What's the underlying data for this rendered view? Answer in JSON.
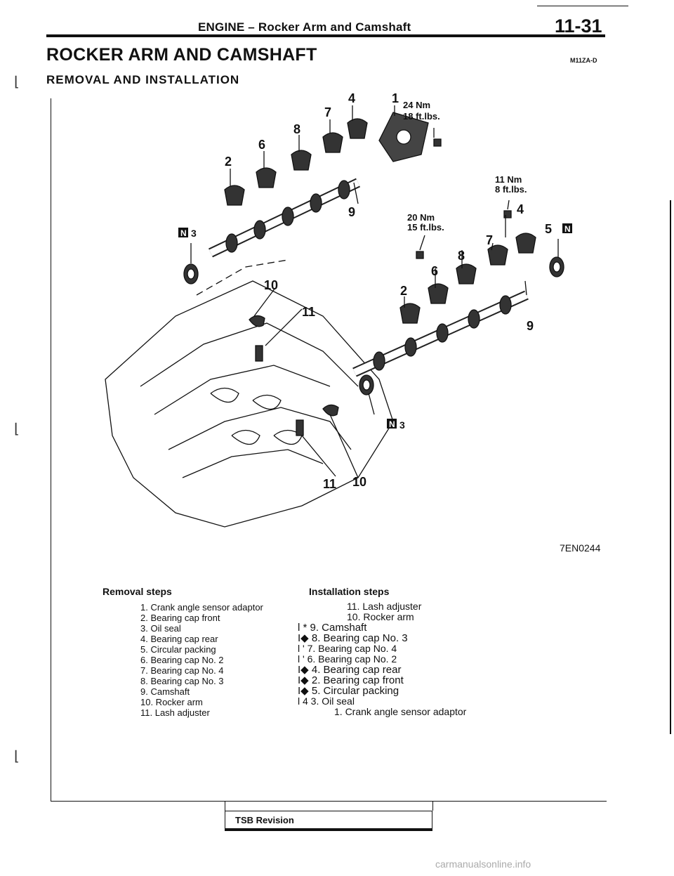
{
  "header": {
    "title": "ENGINE – Rocker Arm and Camshaft",
    "page_number": "11-31"
  },
  "section": {
    "title": "ROCKER ARM AND CAMSHAFT",
    "subtitle": "REMOVAL AND INSTALLATION",
    "code": "M11ZA-D"
  },
  "figure": {
    "code": "7EN0244",
    "torque": {
      "t1_nm": "24 Nm",
      "t1_ft": "18 ft.lbs.",
      "t2_nm": "11 Nm",
      "t2_ft": "8 ft.lbs.",
      "t3_nm": "20 Nm",
      "t3_ft": "15 ft.lbs."
    },
    "callouts": {
      "c1": "1",
      "c2a": "2",
      "c2b": "2",
      "c3a": "3",
      "c3b": "3",
      "c4a": "4",
      "c4b": "4",
      "c5": "5",
      "c6a": "6",
      "c6b": "6",
      "c7a": "7",
      "c7b": "7",
      "c8a": "8",
      "c8b": "8",
      "c9a": "9",
      "c9b": "9",
      "c10a": "10",
      "c10b": "10",
      "c11a": "11",
      "c11b": "11",
      "new_badge": "N"
    }
  },
  "removal": {
    "heading": "Removal steps",
    "steps": [
      "1. Crank angle sensor adaptor",
      "2. Bearing cap front",
      "3. Oil seal",
      "4. Bearing cap rear",
      "5. Circular packing",
      "6. Bearing cap No. 2",
      "7. Bearing cap No. 4",
      "8. Bearing cap No. 3",
      "9. Camshaft",
      "10. Rocker arm",
      "11. Lash adjuster"
    ]
  },
  "installation": {
    "heading": "Installation steps",
    "steps": [
      "11. Lash adjuster",
      "10. Rocker arm",
      "l * 9. Camshaft",
      "I◆ 8. Bearing cap No. 3",
      "l ' 7. Bearing cap No. 4",
      "l ' 6. Bearing cap No. 2",
      "I◆ 4. Bearing cap rear",
      "I◆ 2. Bearing cap front",
      "I◆ 5. Circular packing",
      "l 4 3. Oil seal",
      "1. Crank angle sensor adaptor"
    ]
  },
  "footer": {
    "tsb_label": "TSB Revision",
    "watermark": "carmanualsonline.info"
  }
}
